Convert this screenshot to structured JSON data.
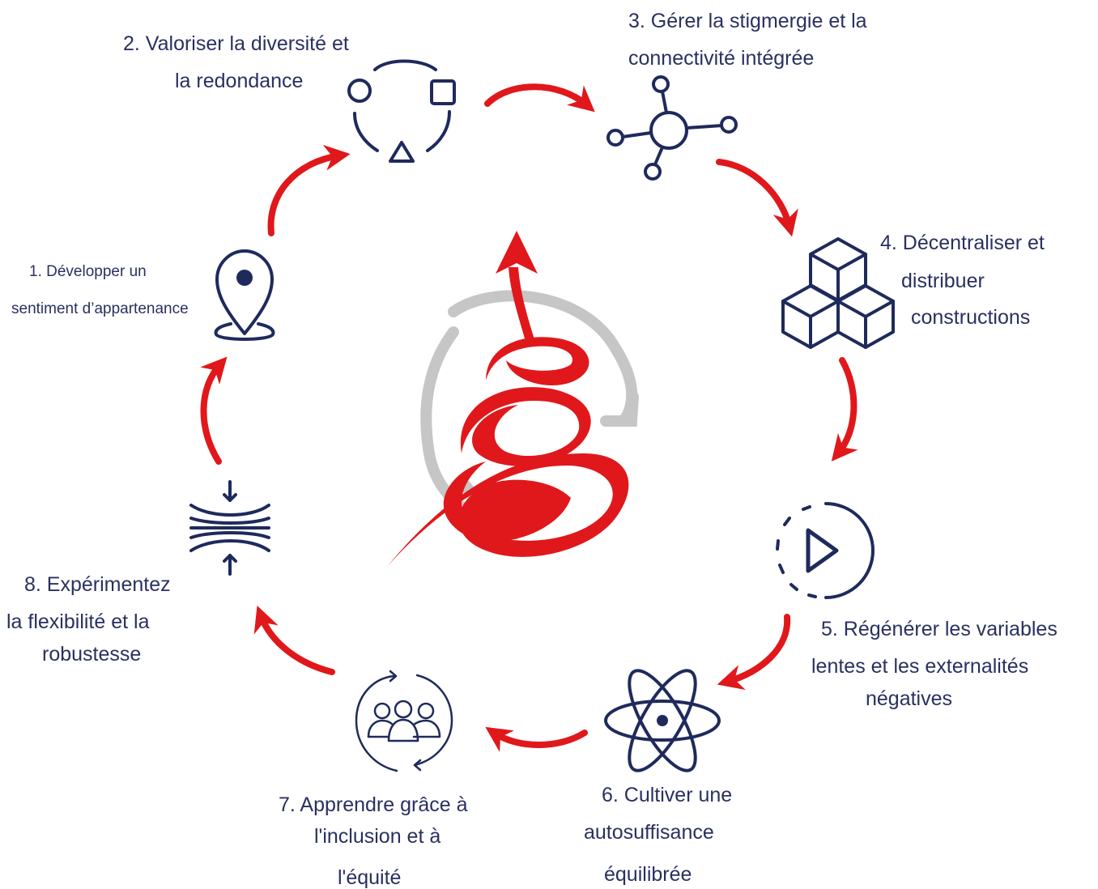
{
  "colors": {
    "navy": "#1f2a5c",
    "red": "#e0181b",
    "gray": "#c6c6c6",
    "text": "#2a3060"
  },
  "steps": [
    {
      "id": 1,
      "icon": "map-pin-icon",
      "lines": [
        "1. Développer un",
        "sentiment d’appartenance"
      ]
    },
    {
      "id": 2,
      "icon": "shapes-cycle-icon",
      "lines": [
        "2. Valoriser la diversité et",
        "la redondance"
      ]
    },
    {
      "id": 3,
      "icon": "network-hub-icon",
      "lines": [
        "3. Gérer la stigmergie et la",
        "connectivité intégrée"
      ]
    },
    {
      "id": 4,
      "icon": "stacked-cubes-icon",
      "lines": [
        "4. Décentraliser et",
        "distribuer",
        "constructions"
      ]
    },
    {
      "id": 5,
      "icon": "play-cycle-icon",
      "lines": [
        "5. Régénérer les variables",
        "lentes et les externalités",
        "négatives"
      ]
    },
    {
      "id": 6,
      "icon": "atom-icon",
      "lines": [
        "6. Cultiver une",
        "autosuffisance",
        "équilibrée"
      ]
    },
    {
      "id": 7,
      "icon": "group-cycle-icon",
      "lines": [
        "7. Apprendre grâce à",
        "l'inclusion et à",
        "l'équité"
      ]
    },
    {
      "id": 8,
      "icon": "compression-icon",
      "lines": [
        "8. Expérimentez",
        "la flexibilité et la",
        "robustesse"
      ]
    }
  ],
  "center": {
    "icon": "spiral-arrow-icon"
  }
}
